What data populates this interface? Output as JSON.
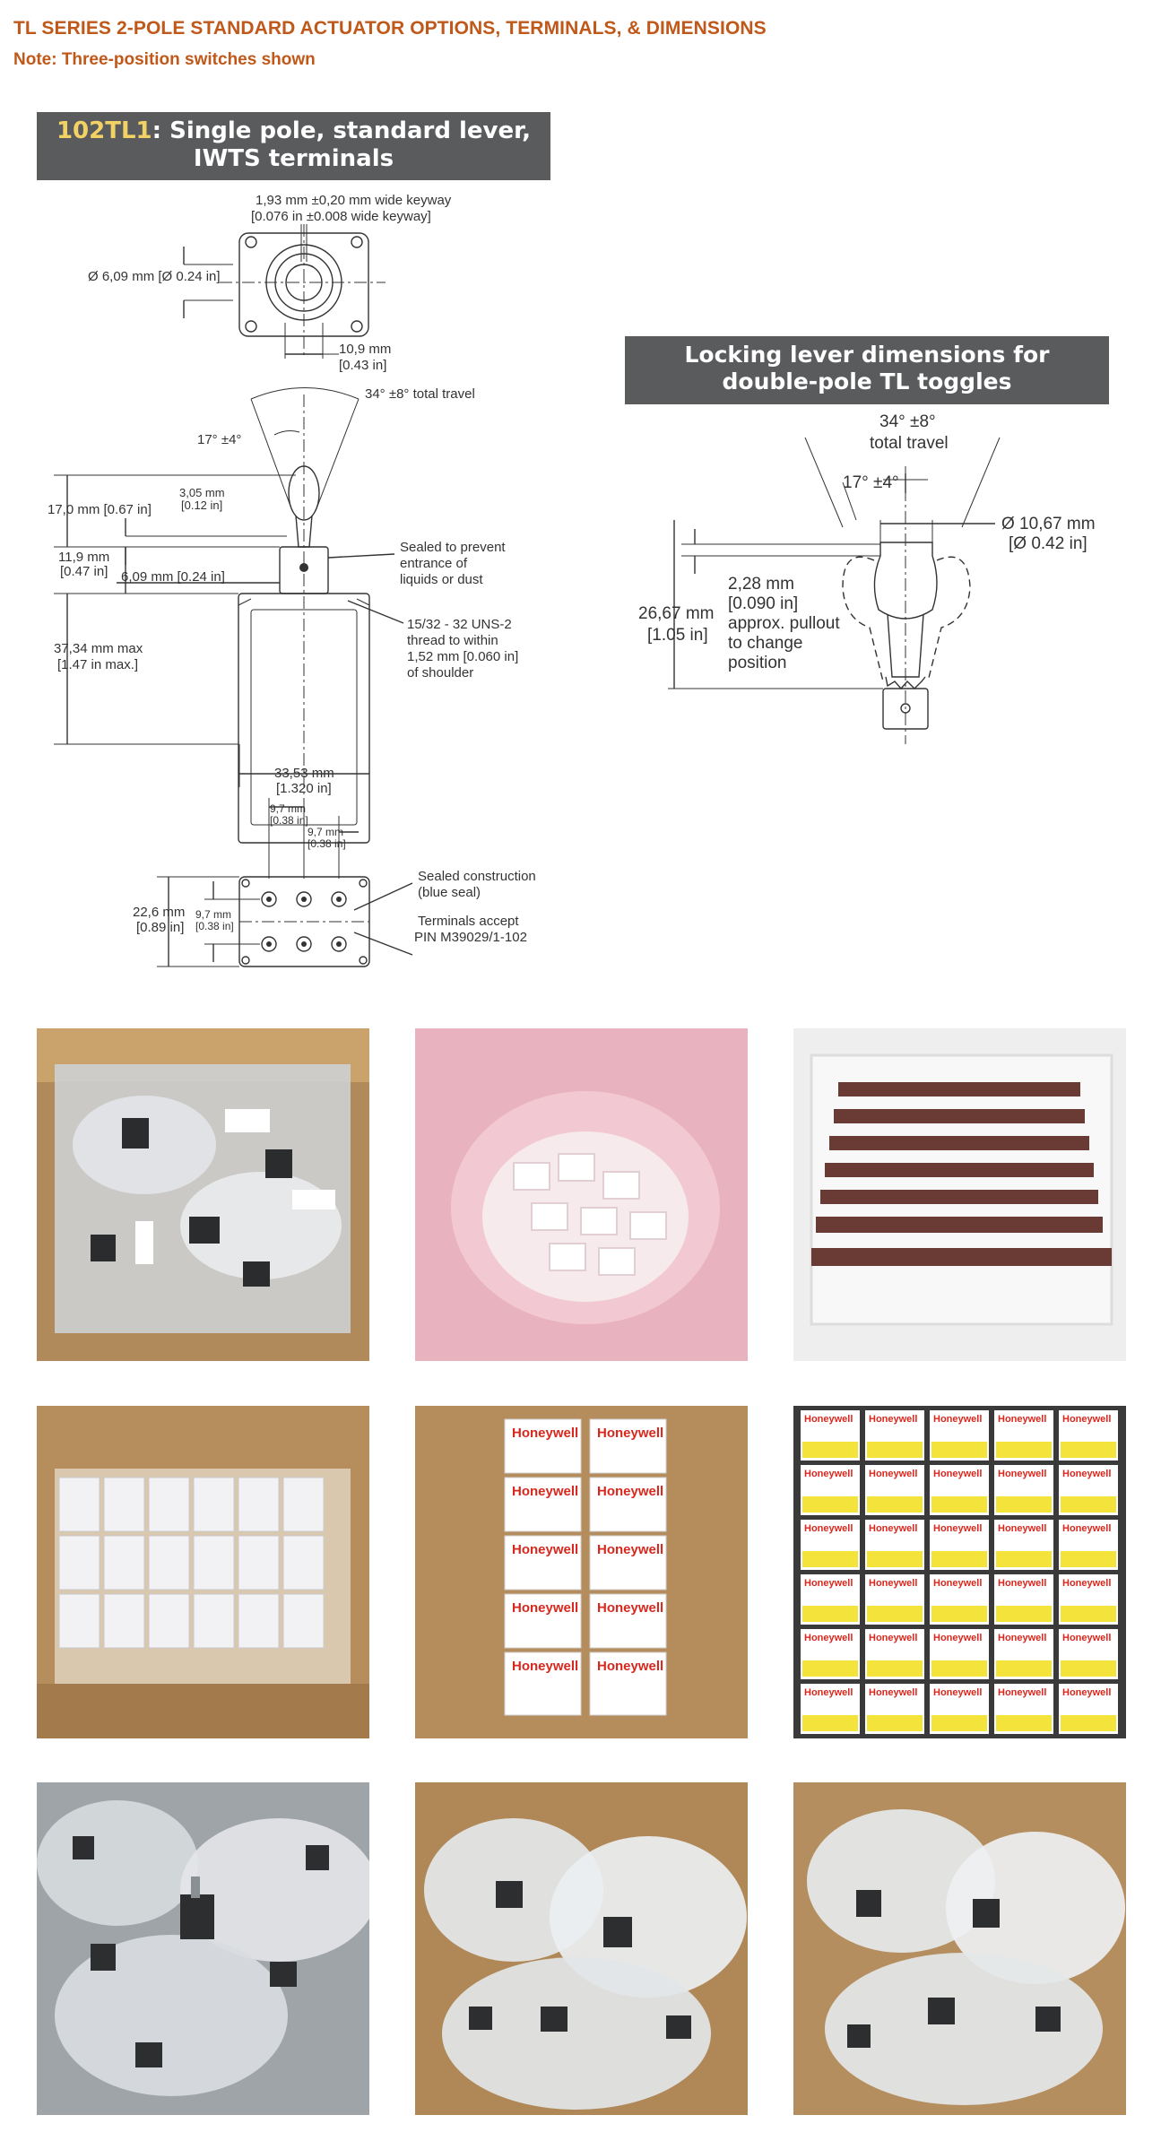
{
  "header": {
    "title": "TL SERIES 2-POLE STANDARD ACTUATOR OPTIONS, TERMINALS, & DIMENSIONS",
    "note": "Note: Three-position switches shown"
  },
  "left_diagram": {
    "banner_code": "102TL1",
    "banner_line1": ": Single pole, standard lever,",
    "banner_line2": "IWTS terminals",
    "keyway_mm": "1,93 mm ±0,20 mm wide keyway",
    "keyway_in": "[0.076 in ±0.008 wide keyway]",
    "diameter": "Ø 6,09 mm [Ø 0.24 in]",
    "width_mm": "10,9 mm",
    "width_in": "[0.43 in]",
    "travel": "34° ±8° total travel",
    "angle": "17° ±4°",
    "h170": "17,0 mm [0.67 in]",
    "h305_mm": "3,05 mm",
    "h305_in": "[0.12 in]",
    "h119_mm": "11,9 mm",
    "h119_in": "[0.47 in]",
    "h609": "6,09 mm [0.24 in]",
    "sealed_1": "Sealed to prevent",
    "sealed_2": "entrance of",
    "sealed_3": "liquids or dust",
    "thread_1": "15/32 - 32 UNS-2",
    "thread_2": "thread to within",
    "thread_3": "1,52 mm [0.060 in]",
    "thread_4": "of shoulder",
    "h3734_mm": "37,34 mm max",
    "h3734_in": "[1.47 in max.]",
    "w3353_mm": "33,53 mm",
    "w3353_in": "[1.320 in]",
    "p97a_mm": "9,7 mm",
    "p97a_in": "[0.38 in]",
    "p97b_mm": "9,7 mm",
    "p97b_in": "[0.38 in]",
    "h226_mm": "22,6 mm",
    "h226_in": "[0.89 in]",
    "p97c_mm": "9,7 mm",
    "p97c_in": "[0.38 in]",
    "seal_constr_1": "Sealed construction",
    "seal_constr_2": "(blue seal)",
    "term_1": "Terminals accept",
    "term_2": "PIN M39029/1-102"
  },
  "right_diagram": {
    "banner_line1": "Locking lever dimensions for",
    "banner_line2": "double-pole TL toggles",
    "travel_1": "34° ±8°",
    "travel_2": "total travel",
    "angle": "17° ±4°",
    "dia_1": "Ø 10,67 mm",
    "dia_2": "[Ø 0.42 in]",
    "h2667_mm": "26,67 mm",
    "h2667_in": "[1.05 in]",
    "pull_1": "2,28 mm",
    "pull_2": "[0.090 in]",
    "pull_3": "approx. pullout",
    "pull_4": "to change",
    "pull_5": "position"
  },
  "photos": [
    {
      "name": "photo-bagged-switches-box",
      "theme": "bags"
    },
    {
      "name": "photo-pink-bag-white-parts",
      "theme": "pink"
    },
    {
      "name": "photo-tray-brown-components",
      "theme": "tray"
    },
    {
      "name": "photo-box-white-cartons",
      "theme": "cartons"
    },
    {
      "name": "photo-honeywell-boxes-closeup",
      "theme": "honeywell",
      "label": "Honeywell"
    },
    {
      "name": "photo-honeywell-yellow-labels",
      "theme": "yellow",
      "label": "Honeywell"
    },
    {
      "name": "photo-clear-bags-1",
      "theme": "clear"
    },
    {
      "name": "photo-clear-bags-2",
      "theme": "clear"
    },
    {
      "name": "photo-clear-bags-3",
      "theme": "clear"
    }
  ],
  "colors": {
    "title": "#c0581a",
    "banner_bg": "#595b5d",
    "banner_highlight": "#f2d264",
    "honeywell_red": "#d8281e"
  }
}
